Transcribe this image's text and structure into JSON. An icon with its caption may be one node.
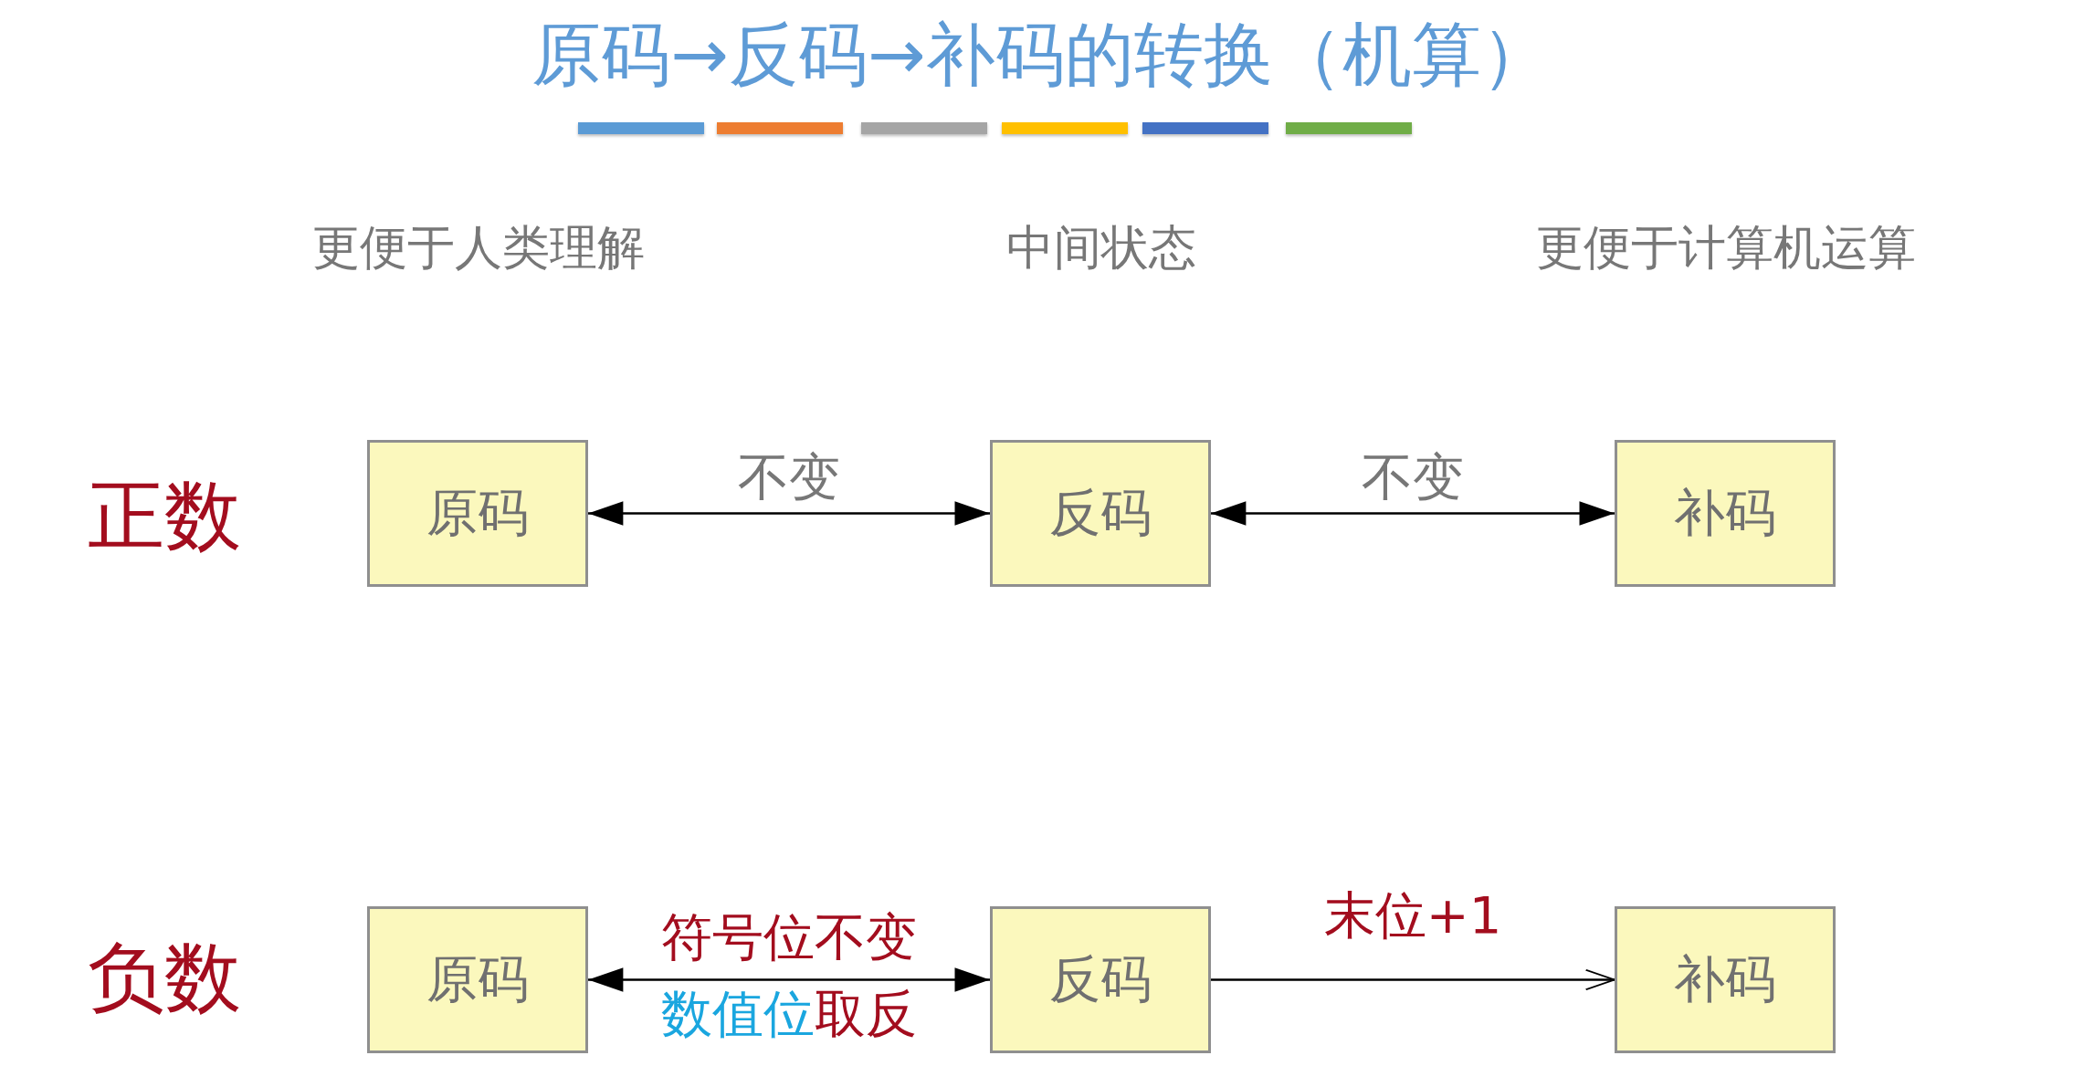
{
  "diagram": {
    "title": "原码→反码→补码的转换（机算）",
    "nodes": [
      {
        "text": [
          "原码"
        ]
      },
      {
        "text": [
          "反码"
        ]
      },
      {
        "text": [
          "补码"
        ]
      },
      {
        "text": [
          "原码"
        ]
      },
      {
        "text": [
          "反码"
        ]
      },
      {
        "text": [
          "补码"
        ]
      }
    ],
    "edges": [
      {
        "from": 0,
        "to": 1,
        "arrow": "both",
        "label": "不变"
      },
      {
        "from": 1,
        "to": 2,
        "arrow": "both",
        "label": "不变"
      },
      {
        "from": 3,
        "to": 4,
        "arrow": "both",
        "label": "符号位不变"
      },
      {
        "from": 4,
        "to": 5,
        "arrow": "to",
        "label": "末位+1"
      }
    ],
    "labels": [
      "更便于人类理解",
      "中间状态",
      "更便于计算机运算",
      "正数",
      "负数",
      "数值位",
      "取反"
    ]
  }
}
